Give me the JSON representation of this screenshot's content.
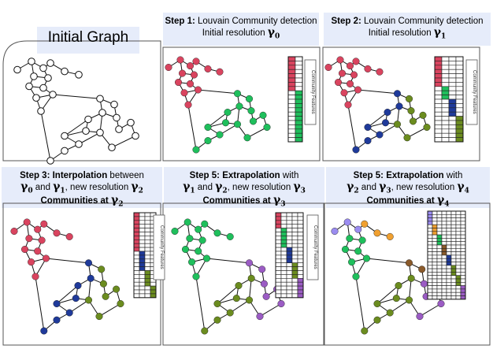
{
  "panels": {
    "initial": {
      "title": "Initial Graph"
    },
    "step1": {
      "line1_bold": "Step 1:",
      "line1_rest": " Louvain Community detection",
      "line2": "Initial resolution ",
      "gamma": "γ",
      "sub": "0"
    },
    "step2": {
      "line1_bold": "Step 2:",
      "line1_rest": " Louvain Community detection",
      "line2": "Initial resolution ",
      "gamma": "γ",
      "sub": "1"
    },
    "step3": {
      "line1_bold": "Step 3: Interpolation",
      "line1_rest": " between",
      "g_a": "γ",
      "sub_a": "0",
      "mid": " and ",
      "g_b": "γ",
      "sub_b": "1",
      "rest": ", new resolution ",
      "g_c": "γ",
      "sub_c": "2",
      "line3": "Communities at ",
      "g_d": "γ",
      "sub_d": "2"
    },
    "step5a": {
      "line1_bold": "Step 5: Extrapolation",
      "line1_rest": " with",
      "g_a": "γ",
      "sub_a": "1",
      "mid": "  and  ",
      "g_b": "γ",
      "sub_b": "2",
      "rest": ", new resolution ",
      "g_c": "γ",
      "sub_c": "3",
      "line3": "Communities at ",
      "g_d": "γ",
      "sub_d": "3"
    },
    "step5b": {
      "line1_bold": "Step 5: Extrapolation",
      "line1_rest": " with",
      "g_a": "γ",
      "sub_a": "2",
      "mid": "  and  ",
      "g_b": "γ",
      "sub_b": "3",
      "rest": ", new resolution ",
      "g_c": "γ",
      "sub_c": "4",
      "line3": "Communities at ",
      "g_d": "γ",
      "sub_d": "4"
    }
  },
  "feature_label": "Community Features",
  "colors": {
    "red": "#d9445f",
    "green": "#1fbf5c",
    "blue": "#1f3a9a",
    "olive": "#6b8c1f",
    "purple": "#9b5cc4",
    "orange": "#f0a030",
    "lavender": "#9b8cf0",
    "brown": "#8a5a2a",
    "title_bg": "#e6ecfa",
    "frame": "#3b3f8f"
  }
}
